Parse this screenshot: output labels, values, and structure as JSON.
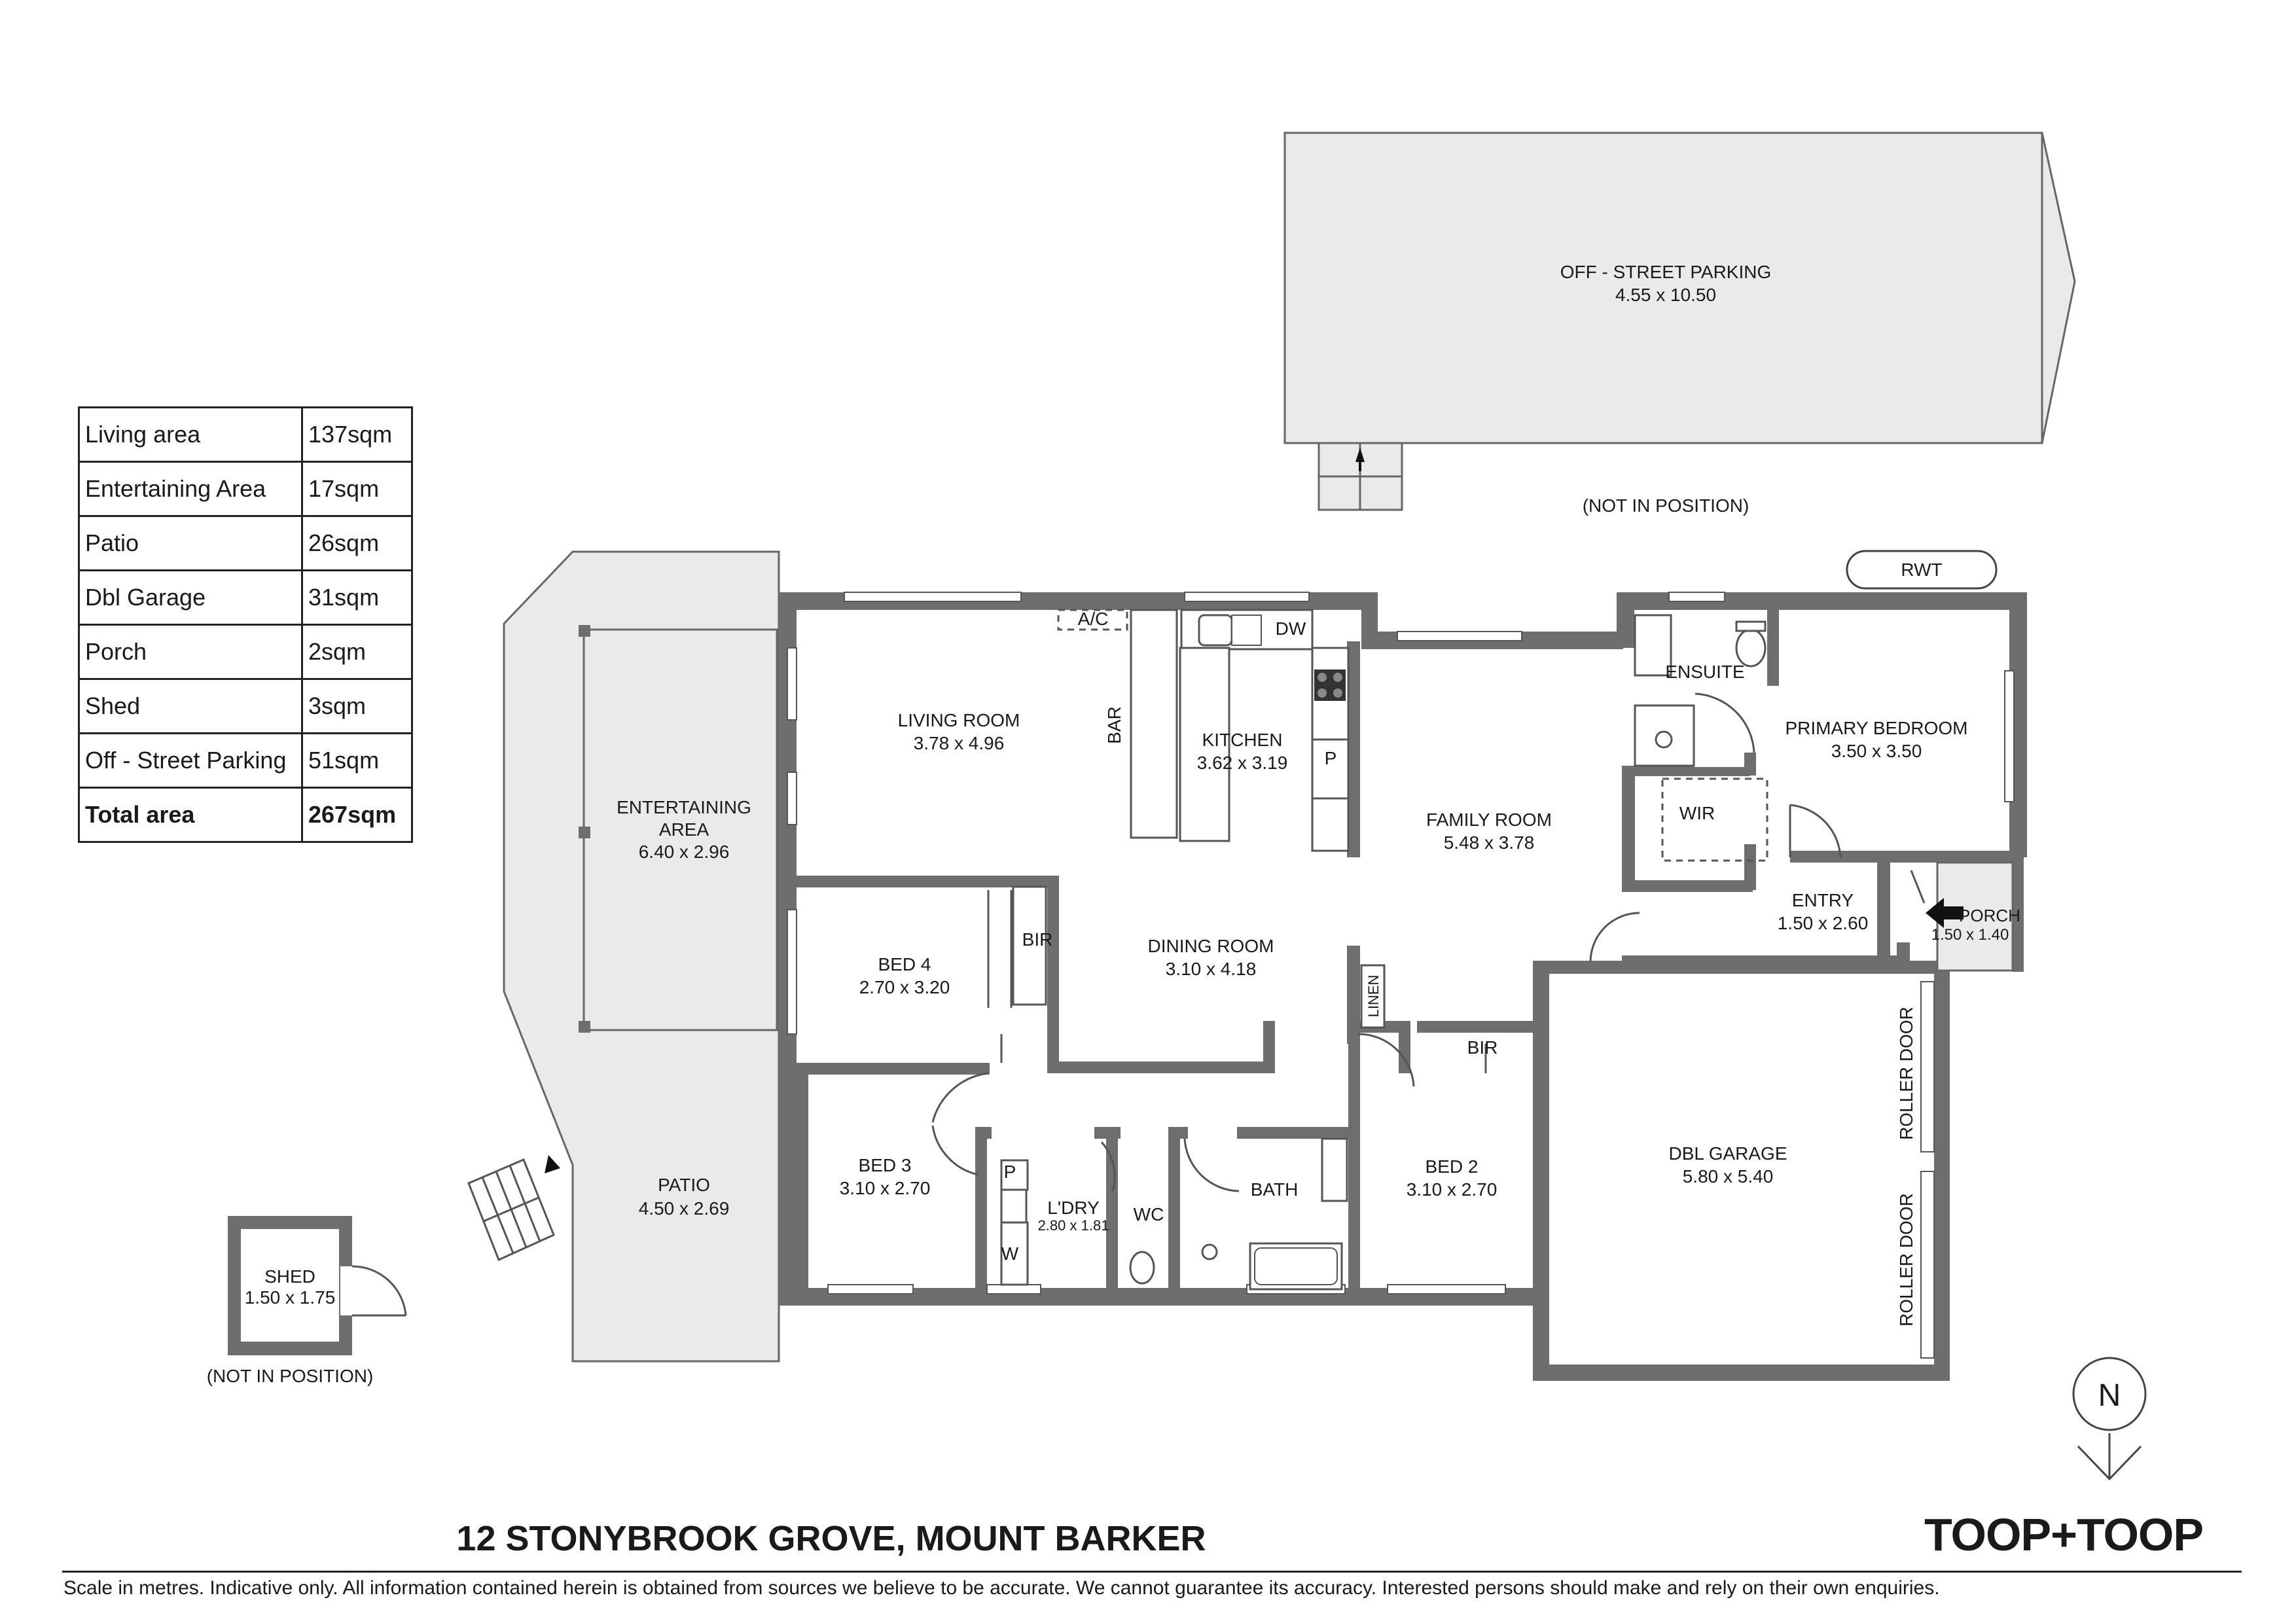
{
  "areas": [
    {
      "label": "Living area",
      "value": "137sqm"
    },
    {
      "label": "Entertaining Area",
      "value": "17sqm"
    },
    {
      "label": "Patio",
      "value": "26sqm"
    },
    {
      "label": "Dbl Garage",
      "value": "31sqm"
    },
    {
      "label": "Porch",
      "value": "2sqm"
    },
    {
      "label": "Shed",
      "value": "3sqm"
    },
    {
      "label": "Off - Street Parking",
      "value": "51sqm"
    },
    {
      "label": "Total area",
      "value": "267sqm"
    }
  ],
  "rooms": {
    "parking": {
      "name": "OFF - STREET PARKING",
      "dims": "4.55 x 10.50"
    },
    "parking_note": "(NOT IN POSITION)",
    "rwt": "RWT",
    "entertaining": {
      "name1": "ENTERTAINING",
      "name2": "AREA",
      "dims": "6.40 x 2.96"
    },
    "living": {
      "name": "LIVING ROOM",
      "dims": "3.78 x 4.96"
    },
    "ac": "A/C",
    "dw": "DW",
    "bar": "BAR",
    "kitchen": {
      "name": "KITCHEN",
      "dims": "3.62 x 3.19"
    },
    "pantry": "P",
    "family": {
      "name": "FAMILY ROOM",
      "dims": "5.48 x 3.78"
    },
    "ensuite": "ENSUITE",
    "primary": {
      "name": "PRIMARY BEDROOM",
      "dims": "3.50 x 3.50"
    },
    "wir": "WIR",
    "entry": {
      "name": "ENTRY",
      "dims": "1.50 x 2.60"
    },
    "porch": {
      "name": "PORCH",
      "dims": "1.50 x 1.40"
    },
    "bed4": {
      "name": "BED 4",
      "dims": "2.70 x 3.20"
    },
    "bir4": "BIR",
    "dining": {
      "name": "DINING ROOM",
      "dims": "3.10 x 4.18"
    },
    "linen": "LINEN",
    "bir2": "BIR",
    "bed3": {
      "name": "BED 3",
      "dims": "3.10 x 2.70"
    },
    "laundry": {
      "name": "L'DRY",
      "dims": "2.80 x 1.81"
    },
    "laundry_p": "P",
    "laundry_w": "W",
    "wc": "WC",
    "bath": "BATH",
    "bed2": {
      "name": "BED 2",
      "dims": "3.10 x 2.70"
    },
    "garage": {
      "name": "DBL GARAGE",
      "dims": "5.80 x 5.40"
    },
    "roller1": "ROLLER DOOR",
    "roller2": "ROLLER DOOR",
    "patio": {
      "name": "PATIO",
      "dims": "4.50 x 2.69"
    },
    "shed": {
      "name": "SHED",
      "dims": "1.50 x 1.75"
    },
    "shed_note": "(NOT IN POSITION)",
    "north": "N"
  },
  "footer": {
    "address": "12 STONYBROOK GROVE, MOUNT BARKER",
    "brand": "TOOP+TOOP",
    "disclaimer": "Scale in metres. Indicative only. All information contained herein is obtained from sources we believe to be accurate. We cannot guarantee its accuracy. Interested persons should make and rely on their own enquiries."
  }
}
